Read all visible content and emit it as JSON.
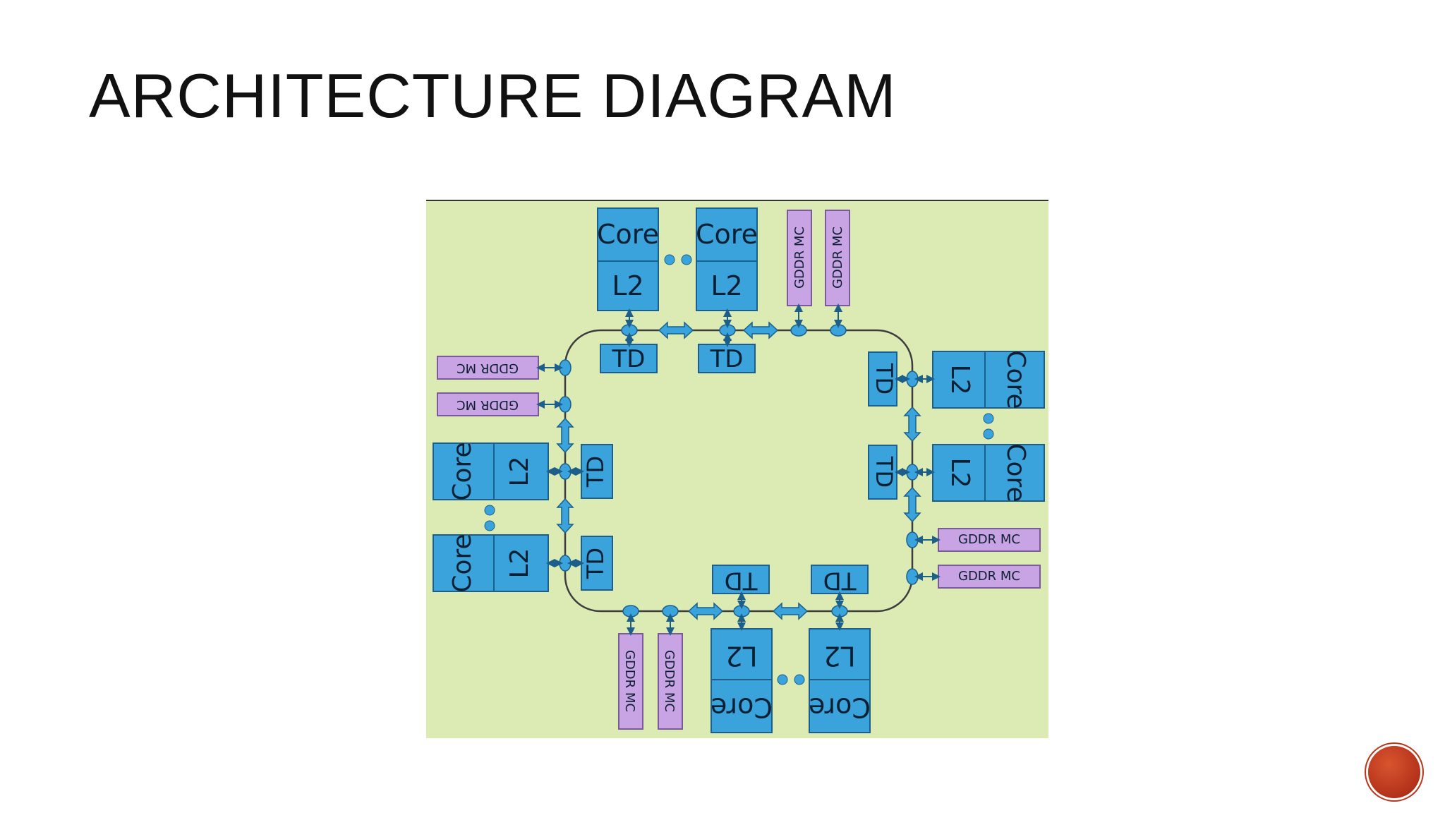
{
  "slide": {
    "title": "ARCHITECTURE DIAGRAM"
  },
  "diagram": {
    "labels": {
      "core": "Core",
      "l2": "L2",
      "td": "TD",
      "gddr": "GDDR MC"
    },
    "colors": {
      "background": "#dceab4",
      "block": "#3aa3dc",
      "block_border": "#1b5f8a",
      "memory_controller": "#c9a4e4",
      "memory_controller_border": "#7b5a99",
      "ring": "#3d3d3d",
      "connector": "#3aa3dc"
    }
  },
  "icons": {
    "navigation": "nav-circle-icon"
  }
}
